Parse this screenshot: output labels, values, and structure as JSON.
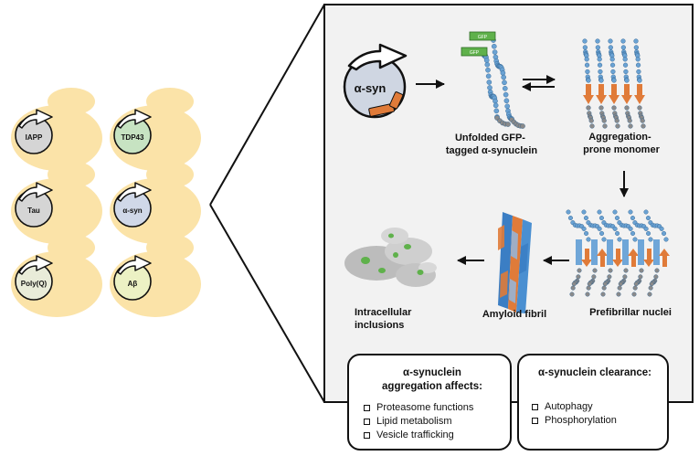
{
  "yeast_cells": [
    {
      "label": "IAPP",
      "fill": "#d5d5d5"
    },
    {
      "label": "TDP43",
      "fill": "#c7e3c2"
    },
    {
      "label": "Tau",
      "fill": "#d5d5d5"
    },
    {
      "label": "α-syn",
      "fill": "#d0d8e8"
    },
    {
      "label": "Poly(Q)",
      "fill": "#e9ecd9"
    },
    {
      "label": "Aβ",
      "fill": "#ecf1c4"
    }
  ],
  "panel": {
    "plasmid_label": "α-syn",
    "gfp_tags": [
      "GFP",
      "GFP"
    ],
    "stages": {
      "unfolded": [
        "Unfolded GFP-",
        "tagged α-synuclein"
      ],
      "monomer": [
        "Aggregation-",
        "prone monomer"
      ],
      "prefibrillar": [
        "Prefibrillar nuclei"
      ],
      "fibril": [
        "Amyloid fibril"
      ],
      "inclusions": [
        "Intracellular",
        "inclusions"
      ]
    }
  },
  "boxes": {
    "aggregation": {
      "title_lines": [
        "α-synuclein",
        "aggregation affects:"
      ],
      "items": [
        "Proteasome functions",
        "Lipid metabolism",
        "Vesicle trafficking"
      ]
    },
    "clearance": {
      "title": "α-synuclein clearance:",
      "items": [
        "Autophagy",
        "Phosphorylation"
      ]
    }
  },
  "colors": {
    "yeast": "#fbe3a8",
    "panel_bg": "#f2f2f2",
    "bead": "#6aa2d3",
    "grey_bead": "#8a8a8a",
    "orange": "#e07b39",
    "gfp_green": "#5fb14b"
  }
}
